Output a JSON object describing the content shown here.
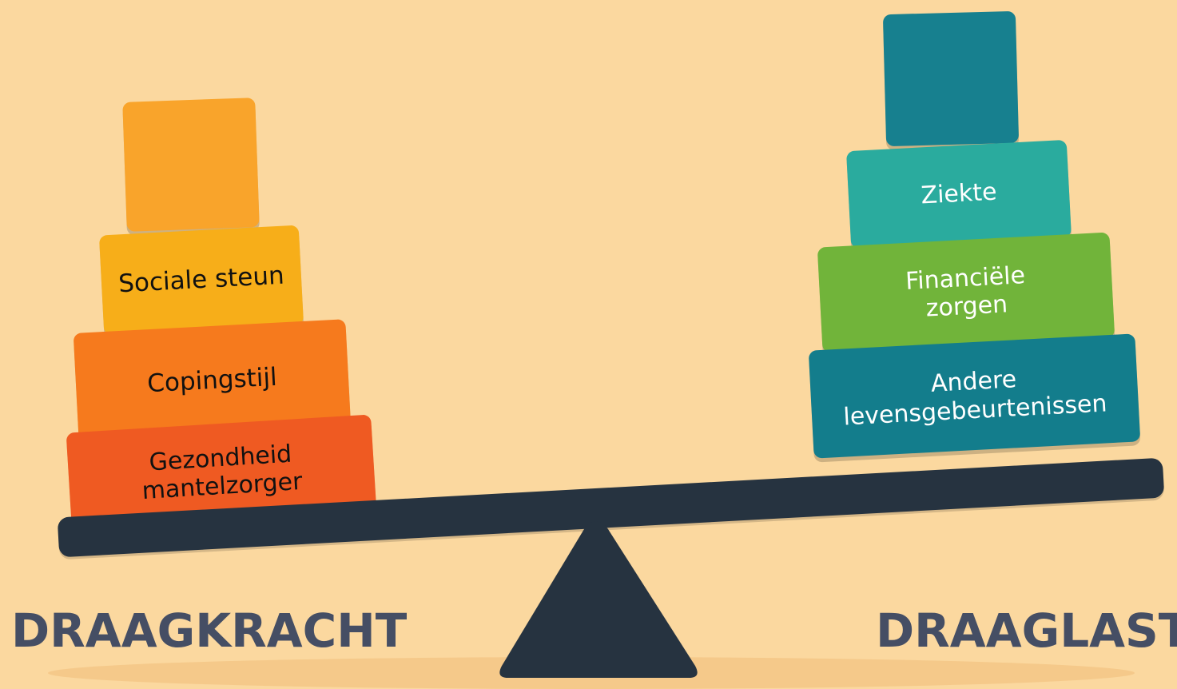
{
  "colors": {
    "background": "#fbd89f",
    "beam": "#263340",
    "label_text": "#454e64"
  },
  "left": {
    "label": "DRAAGKRACHT",
    "blocks": [
      {
        "text": "",
        "color": "#f9a42b"
      },
      {
        "text": "Sociale steun",
        "color": "#f7ae19"
      },
      {
        "text": "Copingstijl",
        "color": "#f67a1d"
      },
      {
        "text": "Gezondheid\nmantelzorger",
        "color": "#ef5a22"
      }
    ]
  },
  "right": {
    "label": "DRAAGLAST",
    "blocks": [
      {
        "text": "",
        "color": "#17808f"
      },
      {
        "text": "Ziekte",
        "color": "#2aab9e"
      },
      {
        "text": "Financiële\nzorgen",
        "color": "#71b43a"
      },
      {
        "text": "Andere\nlevensgebeurtenissen",
        "color": "#137d8c"
      }
    ]
  }
}
